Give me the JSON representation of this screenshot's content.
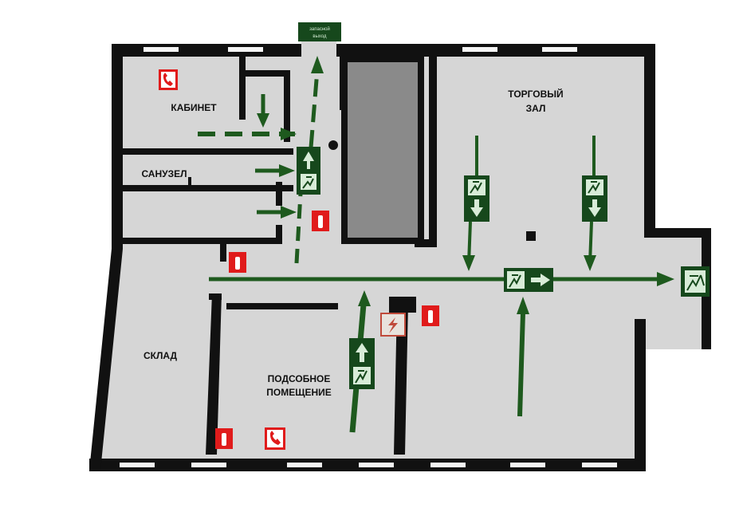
{
  "plan": {
    "rooms": {
      "office": "КАБИНЕТ",
      "restroom": "САНУЗЕЛ",
      "trade_hall_line1": "ТОРГОВЫЙ",
      "trade_hall_line2": "ЗАЛ",
      "storage": "СКЛАД",
      "utility_line1": "ПОДСОБНОЕ",
      "utility_line2": "ПОМЕЩЕНИЕ"
    },
    "emergency_exit_sign": {
      "line1": "запасной",
      "line2": "выход"
    }
  },
  "colors": {
    "background": "#ffffff",
    "floor": "#d6d6d6",
    "wall": "#111111",
    "window": "#f4f4f4",
    "column": "#8a8a8a",
    "route": "#1e5a1e",
    "sign": "#16481c",
    "fire_equipment": "#e01b1b"
  },
  "icons": {
    "phone": "phone-icon",
    "extinguisher": "fire-extinguisher-icon",
    "running_man": "running-man-exit-icon",
    "electric_panel": "electric-panel-icon"
  }
}
